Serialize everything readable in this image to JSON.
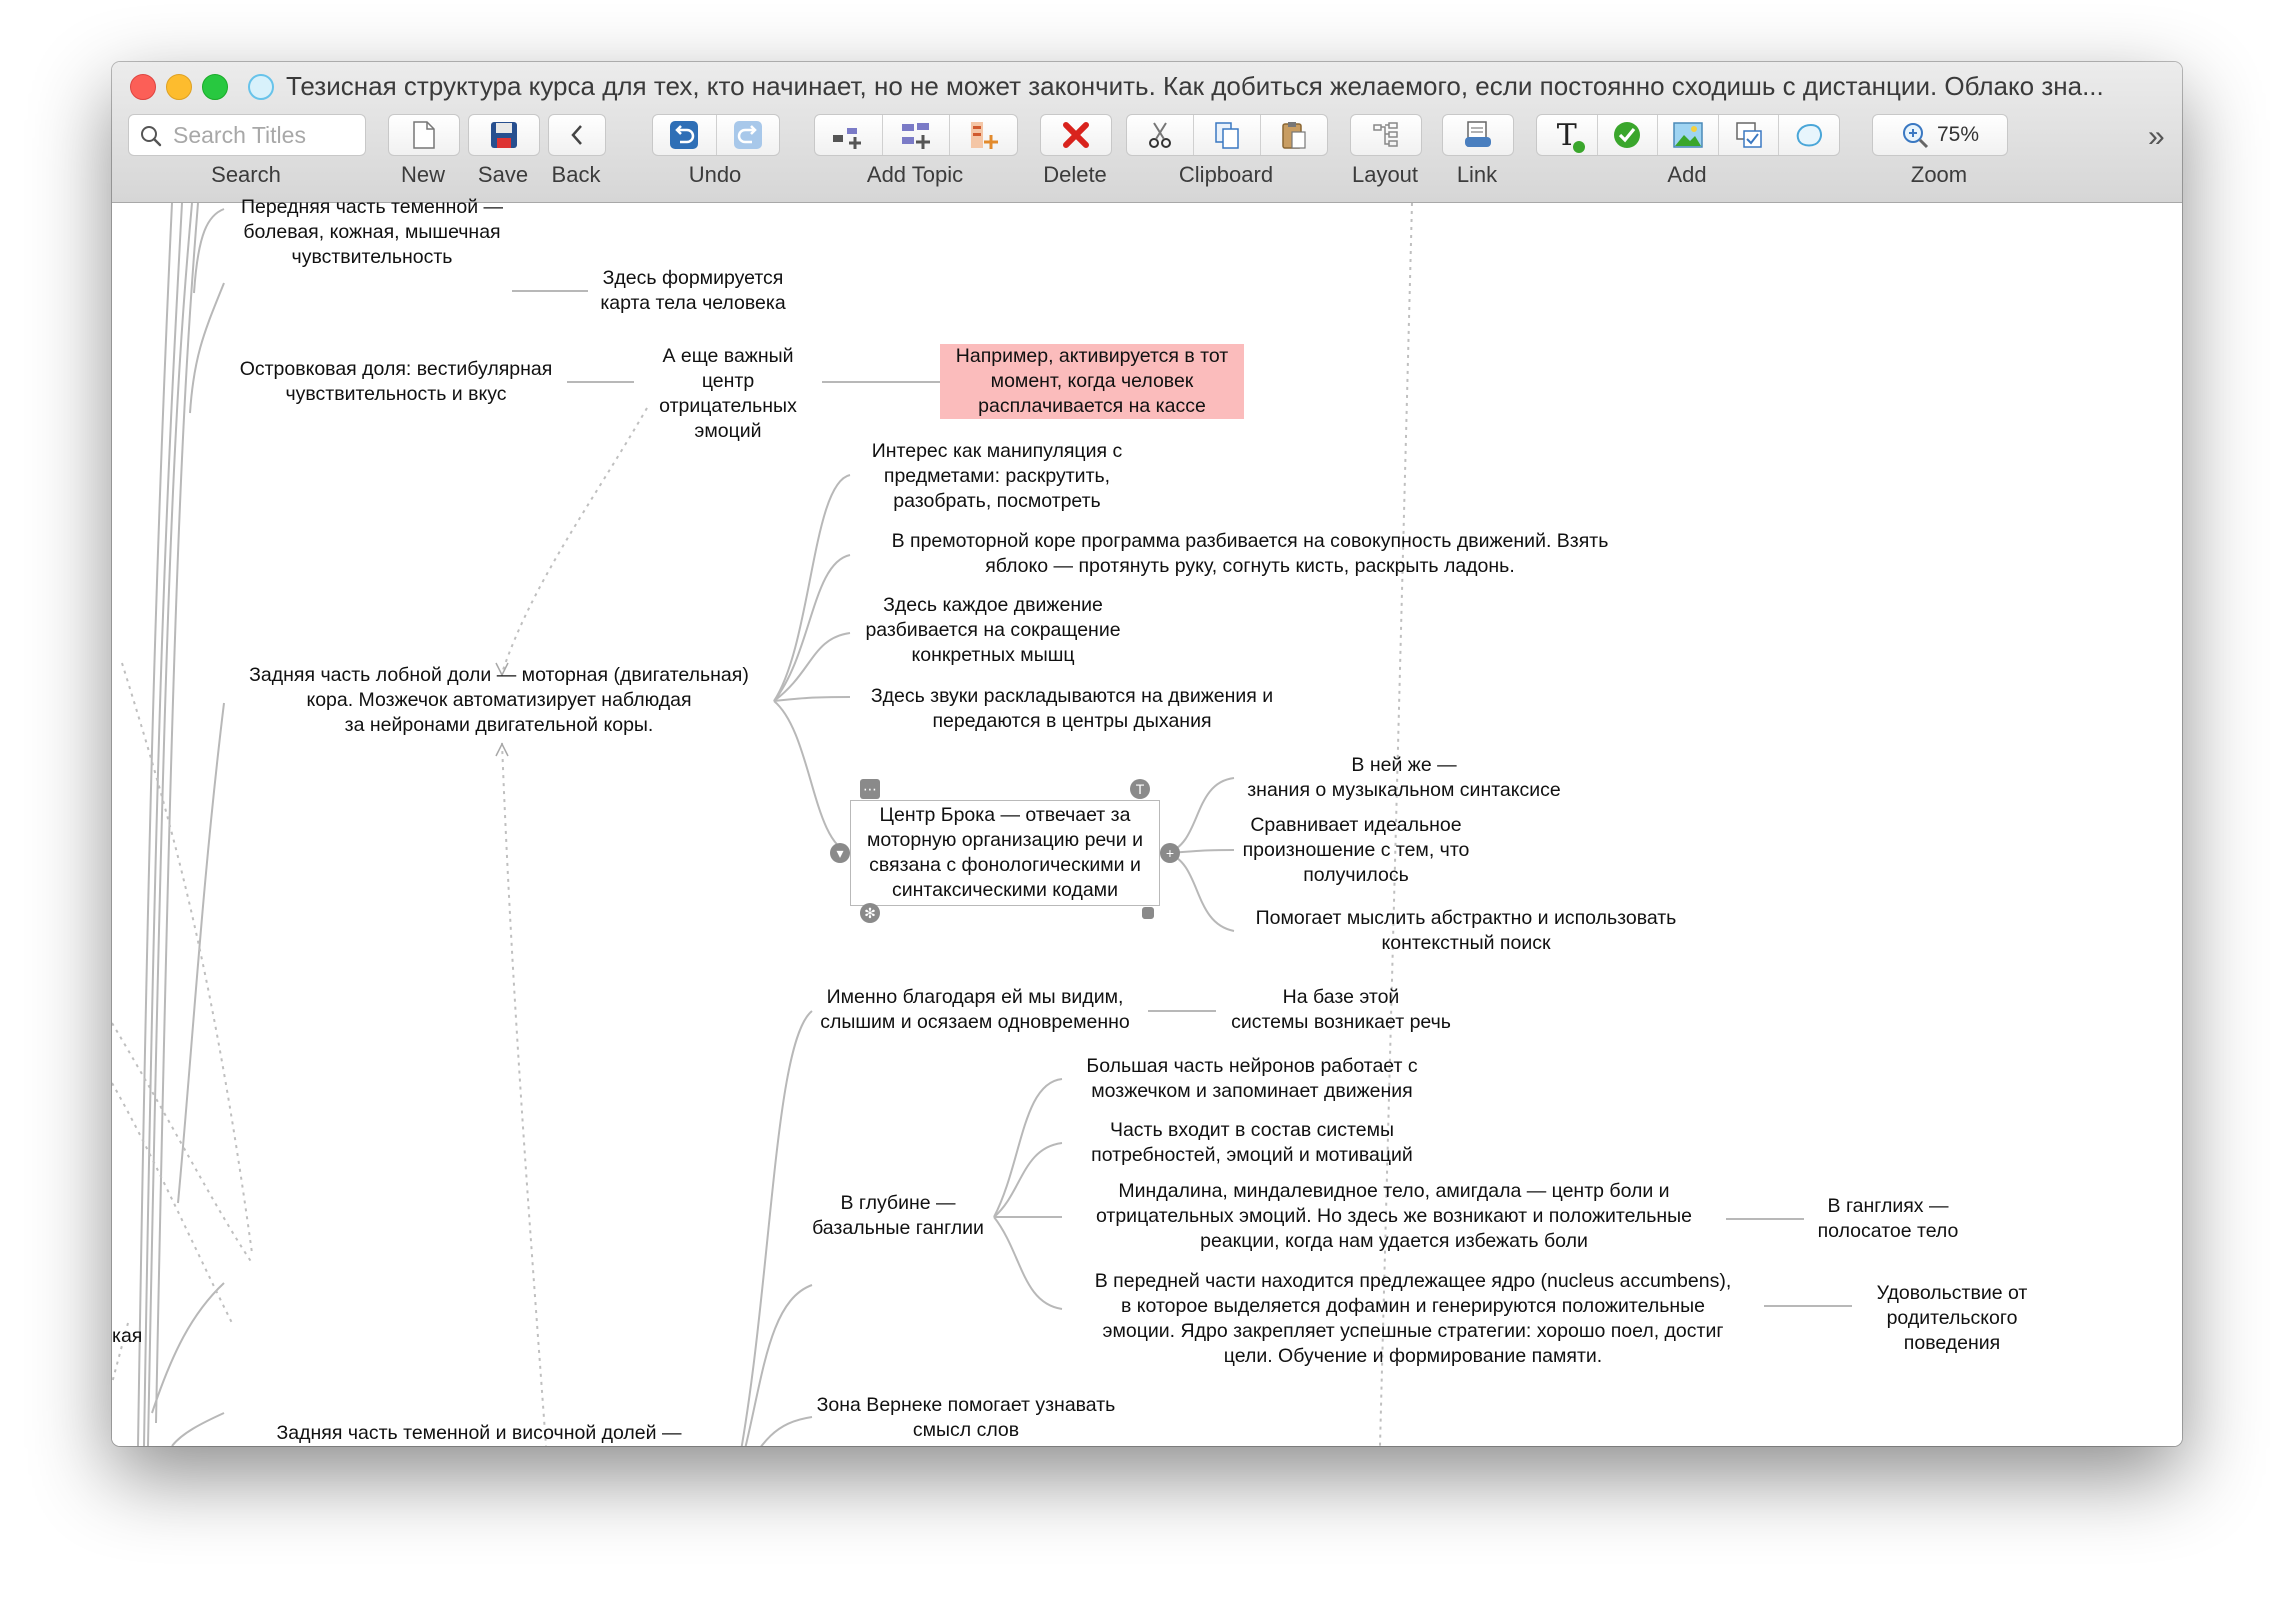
{
  "window": {
    "title": "Тезисная структура курса для тех, кто начинает, но не может закончить. Как добиться желаемого, если постоянно сходишь с дистанции. Облако зна..."
  },
  "toolbar": {
    "search_placeholder": "Search Titles",
    "search_label": "Search",
    "new_label": "New",
    "save_label": "Save",
    "back_label": "Back",
    "undo_label": "Undo",
    "add_topic_label": "Add Topic",
    "delete_label": "Delete",
    "clipboard_label": "Clipboard",
    "layout_label": "Layout",
    "link_label": "Link",
    "add_label": "Add",
    "zoom_label": "Zoom",
    "zoom_value": "75%",
    "overflow_glyph": "»",
    "text_tool_glyph": "T",
    "accent_red": "#d9231d",
    "accent_blue": "#2f6fb6",
    "accent_green": "#3aa62c"
  },
  "mindmap": {
    "root_fragment": "кая",
    "nodes": {
      "parietal_front": "Передняя часть теменной —\nболевая, кожная, мышечная\nчувствительность",
      "body_map": "Здесь формируется\nкарта тела человека",
      "insular": "Островковая доля: вестибулярная\nчувствительность и вкус",
      "emotions_center": "А еще важный центр\nотрицательных\nэмоций",
      "example_checkout": "Например, активируется в тот\nмомент, когда человек\nрасплачивается на кассе",
      "interest_manipulation": "Интерес как манипуляция с\nпредметами: раскрутить,\nразобрать, посмотреть",
      "premotor": "В премоторной коре программа разбивается на совокупность движений. Взять\nяблоко — протянуть руку, согнуть кисть, раскрыть ладонь.",
      "muscle_contraction": "Здесь каждое движение\nразбивается на сокращение\nконкретных мышц",
      "sounds_breathing": "Здесь звуки раскладываются на движения и\nпередаются в центры дыхания",
      "frontal_motor": "Задняя часть лобной доли — моторная (двигательная)\nкора. Мозжечок автоматизирует наблюдая\nза нейронами двигательной коры.",
      "broca": "Центр Брока — отвечает за\nмоторную организацию речи и\nсвязана с фонологическими и\nсинтаксическими кодами",
      "music_syntax": "В ней же —\nзнания о музыкальном синтаксисе",
      "compare_pronunciation": "Сравнивает идеальное\nпроизношение с тем, что\nполучилось",
      "abstract_thinking": "Помогает мыслить абстрактно и использовать\nконтекстный поиск",
      "see_hear_touch": "Именно благодаря ей мы видим,\nслышим и осязаем одновременно",
      "speech_arises": "На базе этой\nсистемы возникает речь",
      "cerebellum_neurons": "Большая часть нейронов работает с\nмозжечком и запоминает движения",
      "needs_system": "Часть входит в состав системы\nпотребностей, эмоций и мотиваций",
      "basal_ganglia": "В глубине —\nбазальные ганглии",
      "amygdala": "Миндалина, миндалевидное тело, амигдала — центр боли и\nотрицательных эмоций. Но здесь же возникают и положительные\nреакции, когда нам удается избежать боли",
      "striatum": "В ганглиях —\nполосатое тело",
      "nucleus_accumbens": "В передней части находится предлежащее ядро (nucleus accumbens),\nв которое выделяется дофамин и генерируются положительные\nэмоции. Ядро закрепляет успешные стратегии: хорошо поел, достиг\nцели. Обучение и формирование памяти.",
      "parental_approval": "Удовольствие от\nродительского\nповедения",
      "wernicke": "Зона Вернеке помогает узнавать\nсмысл слов",
      "parietal_temporal": "Задняя часть теменной и височной долей —\nассоциативная теменная кора объединяет потоки\nсигналов от разных сенсорных систем, речевые\nцентры, центры мышления — образного"
    },
    "highlight_color": "#fbbcbc"
  }
}
